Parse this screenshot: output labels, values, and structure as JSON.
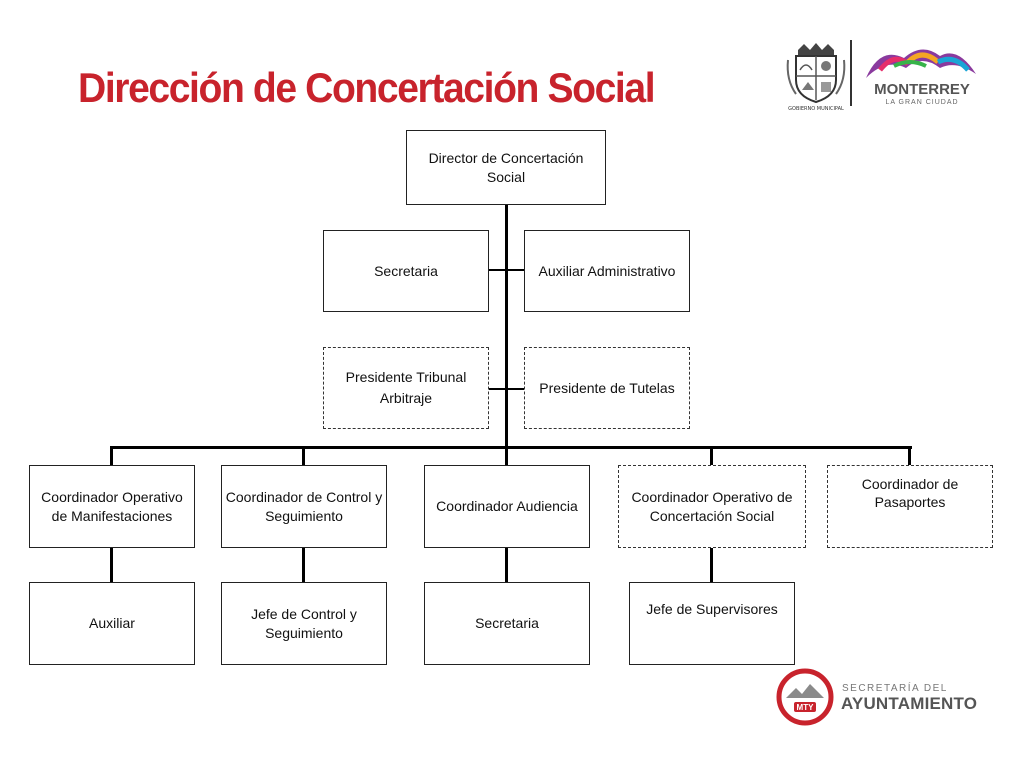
{
  "title": "Dirección de Concertación Social",
  "colors": {
    "title": "#c8232c",
    "line": "#000000",
    "box_border": "#222222"
  },
  "logos": {
    "municipal_seal_text": "GOBIERNO MUNICIPAL",
    "monterrey_name": "MONTERREY",
    "monterrey_tagline": "LA GRAN CIUDAD",
    "mty_badge": "MTY",
    "ayuntamiento_top": "SECRETARÍA DEL",
    "ayuntamiento_main": "AYUNTAMIENTO"
  },
  "org": {
    "director": "Director de Concertación Social",
    "secretaria": "Secretaria",
    "auxiliar_administrativo": "Auxiliar Administrativo",
    "presidente_tribunal": "Presidente Tribunal Arbitraje",
    "presidente_tutelas": "Presidente de Tutelas",
    "coordinadores": [
      "Coordinador Operativo de Manifestaciones",
      "Coordinador de Control y Seguimiento",
      "Coordinador Audiencia",
      "Coordinador Operativo de Concertación Social",
      "Coordinador de Pasaportes"
    ],
    "subordinados": [
      "Auxiliar",
      "Jefe de Control y Seguimiento",
      "Secretaria",
      "Jefe de Supervisores"
    ]
  }
}
